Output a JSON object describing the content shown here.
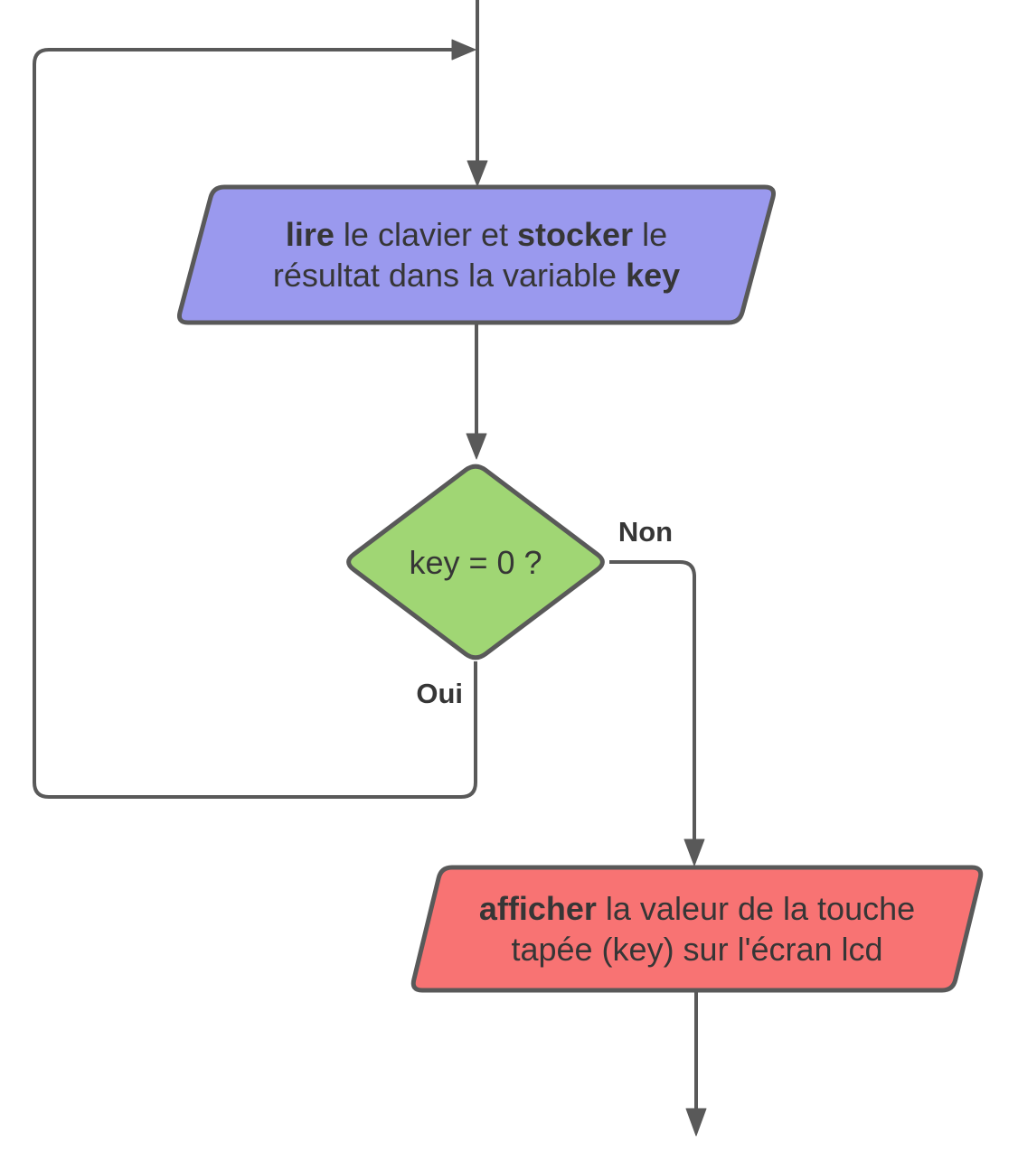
{
  "diagram_type": "flowchart",
  "colors": {
    "read_fill": "#9a99ee",
    "decision_fill": "#a0d674",
    "display_fill": "#f87373",
    "stroke": "#595959",
    "text": "#363636"
  },
  "nodes": {
    "read": {
      "shape": "parallelogram",
      "line1": [
        {
          "text": "lire",
          "bold": true
        },
        {
          "text": " le clavier et ",
          "bold": false
        },
        {
          "text": "stocker",
          "bold": true
        },
        {
          "text": " le",
          "bold": false
        }
      ],
      "line2": [
        {
          "text": "résultat dans la variable ",
          "bold": false
        },
        {
          "text": "key",
          "bold": true
        }
      ]
    },
    "decision": {
      "shape": "diamond",
      "label": "key = 0 ?"
    },
    "display": {
      "shape": "parallelogram",
      "line1": [
        {
          "text": "afficher",
          "bold": true
        },
        {
          "text": " la valeur de la touche",
          "bold": false
        }
      ],
      "line2": [
        {
          "text": "tapée (key) sur l'écran lcd",
          "bold": false
        }
      ]
    }
  },
  "edges": {
    "no_label": "Non",
    "yes_label": "Oui"
  }
}
